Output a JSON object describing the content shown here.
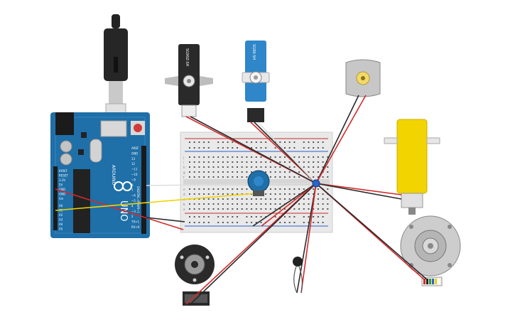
{
  "circuit": {
    "arduino": {
      "brand": "ARDUINO",
      "model": "UNO",
      "reset_label": "RESET",
      "digital_header_label": "DIGITAL (PWM~)",
      "power_labels": [
        "IOREF",
        "RESET",
        "3.3V",
        "5V",
        "GND",
        "GND",
        "Vin"
      ],
      "analog_labels": [
        "A0",
        "A1",
        "A2",
        "A3",
        "A4",
        "A5"
      ],
      "digital_labels": [
        "AREF",
        "GND",
        "13",
        "12",
        "~11",
        "~10",
        "~9",
        "8",
        "7",
        "~6",
        "~5",
        "4",
        "~3",
        "2",
        "TX>1",
        "RX<0"
      ],
      "icon": "arduino-infinity-logo"
    },
    "servo_black": {
      "label": "SG90Z-SH"
    },
    "servo_blue": {
      "label": "SG90-SH"
    },
    "breadboard": {
      "row_letters_top": [
        "j",
        "i",
        "h",
        "g",
        "f"
      ],
      "row_letters_bottom": [
        "e",
        "d",
        "c",
        "b",
        "a"
      ]
    },
    "components": [
      "usb-cable",
      "dc-motor",
      "yellow-gear-motor",
      "encoder-gear-motor",
      "rotary-encoder-motor",
      "potentiometer",
      "ceramic-capacitor",
      "piezo-buzzer"
    ],
    "colors": {
      "arduino": "#1f6fa8",
      "wire_red": "#d42a2a",
      "wire_black": "#2a2a2a",
      "wire_yellow": "#f0d400",
      "wire_white": "#dddddd",
      "servo_blue": "#2f86c9",
      "gear_motor": "#f2d400"
    }
  }
}
